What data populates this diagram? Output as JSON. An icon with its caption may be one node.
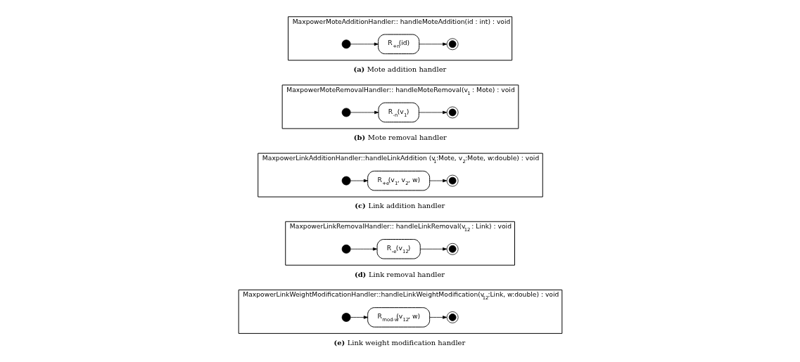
{
  "diagram": {
    "nodes": [
      {
        "text": [
          "MaxpowerMoteAdditionHandler:: handleMoteAddition(id : int) : void"
        ],
        "beside": [
          "**(a)** Mote addition handler"
        ]
      },
      {
        "text": [],
        "shape": "circle",
        "in": 0
      },
      {
        "text": [
          "R$_{+n}$(id)"
        ],
        "in": 0
      },
      {
        "text": [],
        "shape": "bullseye",
        "in": 0
      },
      {
        "text": [
          "MaxpowerMoteRemovalHandler:: handleMoteRemoval(v$_{1}$ : Mote) : void"
        ],
        "beside": [
          "**(b)** Mote removal handler"
        ]
      },
      {
        "text": [],
        "shape": "circle",
        "in": 4
      },
      {
        "text": [
          "R$_{-n}$(v$_{1}$)"
        ],
        "in": 4
      },
      {
        "text": [],
        "shape": "bullseye",
        "in": 4
      },
      {
        "text": [
          "MaxpowerLinkAdditionHandler::handleLinkAddition (v$_{1}$:Mote, v$_{2}$:Mote, w:double) : void"
        ],
        "beside": [
          "**(c)** Link addition handler"
        ]
      },
      {
        "text": [],
        "shape": "circle",
        "in": 8
      },
      {
        "text": [
          "R$_{+e}$(v$_{1}$, v$_{2}$, w)"
        ],
        "in": 8
      },
      {
        "text": [],
        "shape": "bullseye",
        "in": 8
      },
      {
        "text": [
          "MaxpowerLinkRemovalHandler:: handleLinkRemoval(v$_{12}$ : Link) : void"
        ],
        "beside": [
          "**(d)** Link removal handler"
        ]
      },
      {
        "text": [],
        "shape": "circle",
        "in": 12
      },
      {
        "text": [
          "R$_{-e}$(v$_{12}$)"
        ],
        "in": 12
      },
      {
        "text": [],
        "shape": "bullseye",
        "in": 12
      },
      {
        "text": [
          "MaxpowerLinkWeightModificationHandler::handleLinkWeightModification(v$_{12}$:Link, w:double) : void"
        ],
        "beside": [
          "**(e)** Link weight modification handler"
        ]
      },
      {
        "text": [],
        "shape": "circle",
        "in": 16
      },
      {
        "text": [
          "R$_{mod-w}$(v$_{12}$, w)"
        ],
        "in": 16
      },
      {
        "text": [],
        "shape": "bullseye",
        "in": 16
      }
    ],
    "edges": [
      {
        "from": 1,
        "to": 2,
        "arrow": "to"
      },
      {
        "from": 2,
        "to": 3,
        "arrow": "to"
      },
      {
        "from": 5,
        "to": 6,
        "arrow": "to"
      },
      {
        "from": 6,
        "to": 7,
        "arrow": "to"
      },
      {
        "from": 9,
        "to": 10,
        "arrow": "to"
      },
      {
        "from": 10,
        "to": 11,
        "arrow": "to"
      },
      {
        "from": 13,
        "to": 14,
        "arrow": "to"
      },
      {
        "from": 14,
        "to": 15,
        "arrow": "to"
      },
      {
        "from": 17,
        "to": 18,
        "arrow": "to"
      },
      {
        "from": 18,
        "to": 19,
        "arrow": "to"
      }
    ]
  }
}
